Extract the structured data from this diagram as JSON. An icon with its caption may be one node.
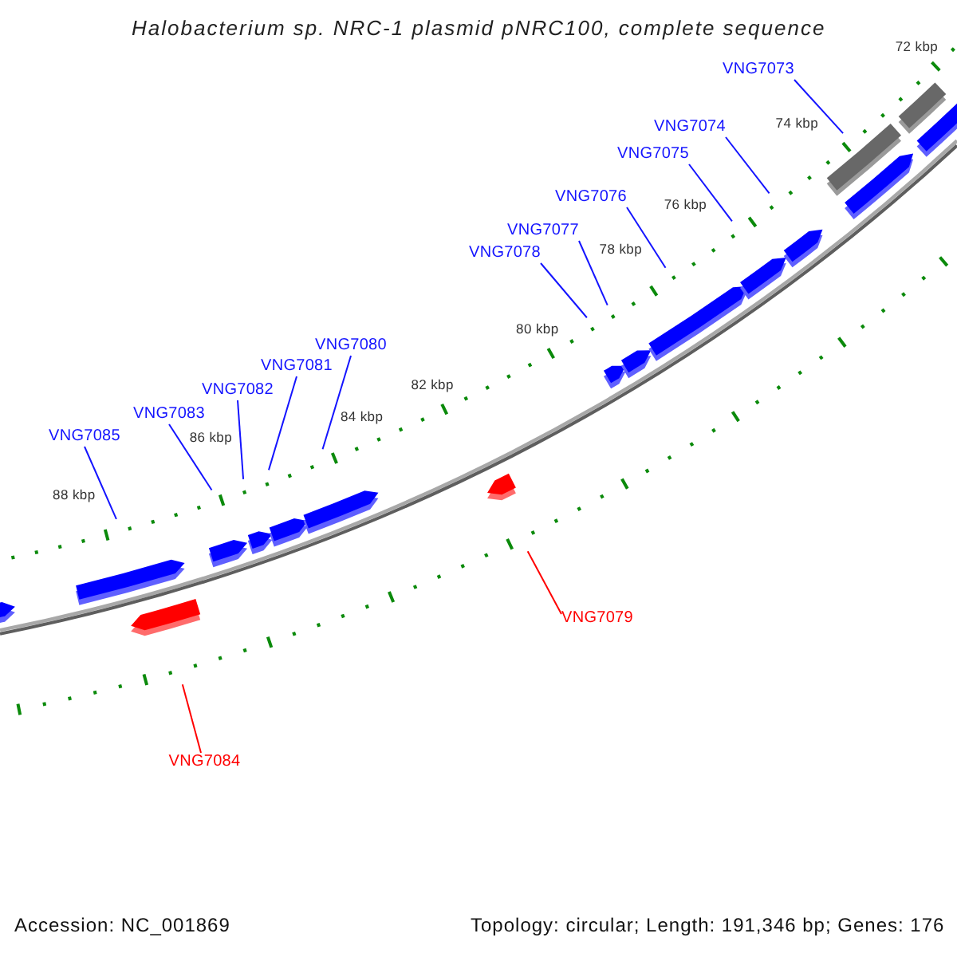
{
  "diagram": {
    "title": "Halobacterium sp. NRC-1 plasmid pNRC100, complete sequence",
    "nodes": [
      {
        "text": [
          "VNG7073"
        ]
      },
      {
        "text": [
          "VNG7074"
        ]
      },
      {
        "text": [
          "VNG7075"
        ]
      },
      {
        "text": [
          "VNG7076"
        ]
      },
      {
        "text": [
          "VNG7077"
        ]
      },
      {
        "text": [
          "VNG7078"
        ]
      },
      {
        "text": [
          "VNG7080"
        ]
      },
      {
        "text": [
          "VNG7081"
        ]
      },
      {
        "text": [
          "VNG7082"
        ]
      },
      {
        "text": [
          "VNG7083"
        ]
      },
      {
        "text": [
          "VNG7085"
        ]
      },
      {
        "text": [
          "VNG7079"
        ]
      },
      {
        "text": [
          "VNG7084"
        ]
      }
    ],
    "edges": [
      {
        "from": 0,
        "to": null,
        "arrow": "none"
      },
      {
        "from": 1,
        "to": null,
        "arrow": "none"
      },
      {
        "from": 2,
        "to": null,
        "arrow": "none"
      },
      {
        "from": 3,
        "to": null,
        "arrow": "none"
      },
      {
        "from": 4,
        "to": null,
        "arrow": "none"
      },
      {
        "from": 5,
        "to": null,
        "arrow": "none"
      },
      {
        "from": 6,
        "to": null,
        "arrow": "none"
      },
      {
        "from": 7,
        "to": null,
        "arrow": "none"
      },
      {
        "from": 8,
        "to": null,
        "arrow": "none"
      },
      {
        "from": 9,
        "to": null,
        "arrow": "none"
      },
      {
        "from": 10,
        "to": null,
        "arrow": "none"
      },
      {
        "from": 11,
        "to": null,
        "arrow": "none",
        "color": "#ff0000"
      },
      {
        "from": 12,
        "to": null,
        "arrow": "none",
        "color": "#ff0000"
      }
    ],
    "labels": [
      "72 kbp",
      "74 kbp",
      "76 kbp",
      "78 kbp",
      "80 kbp",
      "82 kbp",
      "84 kbp",
      "86 kbp",
      "88 kbp",
      "Accession: NC_001869",
      "Topology: circular; Length: 191,346 bp; Genes: 176"
    ]
  }
}
